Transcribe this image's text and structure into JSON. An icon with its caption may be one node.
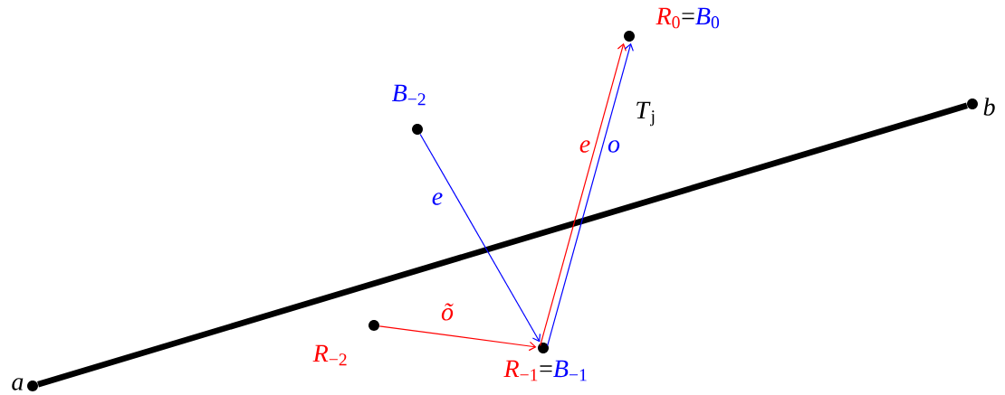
{
  "diagram": {
    "nodes": [
      {
        "text": [],
        "shape": "circle",
        "beside": [
          "*a*"
        ]
      },
      {
        "text": [],
        "shape": "circle",
        "beside": [
          "*b*"
        ]
      },
      {
        "text": [],
        "shape": "circle",
        "beside": [
          "*B*$_{−2}$"
        ]
      },
      {
        "text": [],
        "shape": "circle",
        "beside": [
          "*R*$_{−2}$"
        ]
      },
      {
        "text": [],
        "shape": "circle",
        "beside": [
          "*R*$_{−1}$",
          "=",
          "*B*$_{−1}$"
        ]
      },
      {
        "text": [],
        "shape": "circle",
        "beside": [
          "*R*$_{0}$",
          "=",
          "*B*$_{0}$"
        ]
      }
    ],
    "edges": [
      {
        "from": 0,
        "to": 1,
        "arrow": "none",
        "style": "thick",
        "color": "#000000"
      },
      {
        "from": 2,
        "to": 4,
        "arrow": "to",
        "color": "#0000ff",
        "label": "*e*"
      },
      {
        "from": 3,
        "to": 4,
        "arrow": "to",
        "color": "#ff0000",
        "label": "*õ*"
      },
      {
        "from": 4,
        "to": 5,
        "arrow": "to",
        "color": "#ff0000",
        "label": "*e*"
      },
      {
        "from": 4,
        "to": 5,
        "arrow": "to",
        "color": "#0000ff",
        "label": "*o*"
      }
    ],
    "labels": [
      "*T*$_{j}$"
    ]
  }
}
